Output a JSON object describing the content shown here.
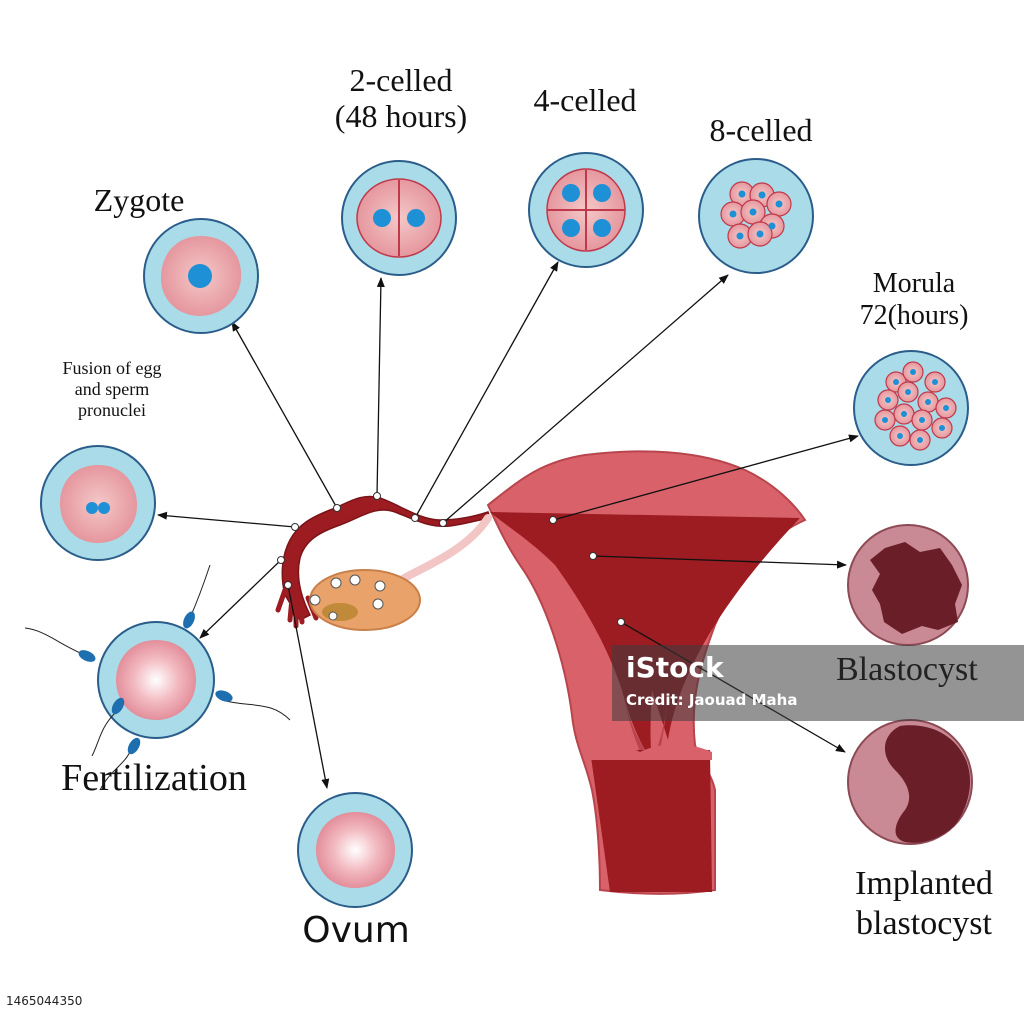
{
  "labels": {
    "two_celled_line1": "2-celled",
    "two_celled_line2": "(48 hours)",
    "four_celled": "4-celled",
    "eight_celled": "8-celled",
    "zygote": "Zygote",
    "morula_line1": "Morula",
    "morula_line2": "72(hours)",
    "fusion_line1": "Fusion of egg",
    "fusion_line2": "and sperm",
    "fusion_line3": "pronuclei",
    "fertilization": "Fertilization",
    "ovum": "Ovum",
    "blastocyst": "Blastocyst",
    "implanted_line1": "Implanted",
    "implanted_line2": "blastocyst"
  },
  "watermark": {
    "logo": "iStock",
    "credit": "Credit: Jaouad Maha"
  },
  "stock_id": "1465044350",
  "colors": {
    "circle_fill": "#a9dbe8",
    "circle_stroke": "#2a5d8a",
    "cell_pink": "#e8a0a8",
    "nucleus_blue": "#1e90d6",
    "uterus_light": "#d9626a",
    "uterus_dark": "#9c1c22",
    "blastocyst_ring": "#c98a95",
    "blastocyst_dark": "#6a1e28",
    "sperm_blue": "#1e6fb0"
  }
}
